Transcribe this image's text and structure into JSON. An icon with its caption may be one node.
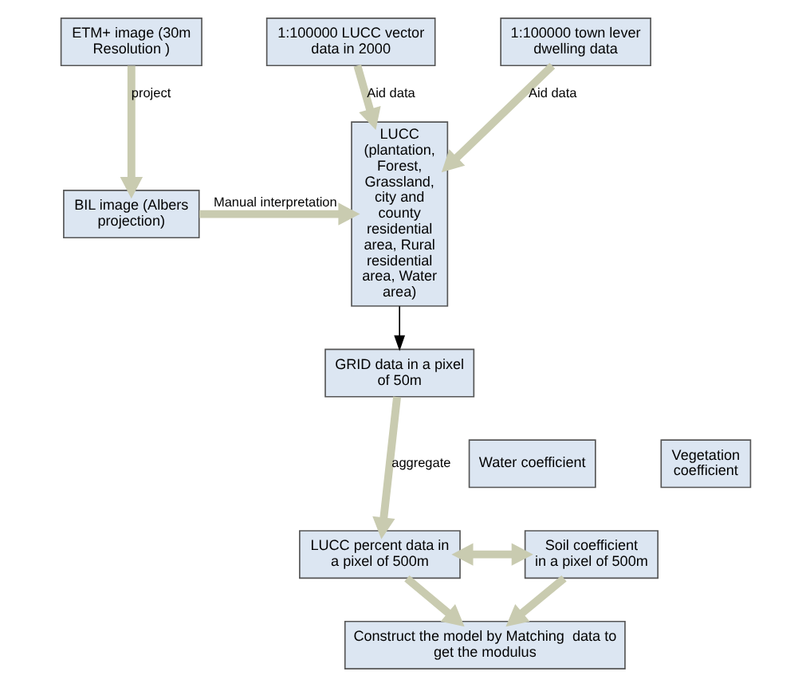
{
  "diagram": {
    "nodes": [
      {
        "text": [
          "ETM+ image (30m Resolution )"
        ]
      },
      {
        "text": [
          "1:100000 LUCC vector data in 2000"
        ]
      },
      {
        "text": [
          "1:100000 town lever dwelling data"
        ]
      },
      {
        "text": [
          "LUCC (plantation, Forest, Grassland, city and county residential area, Rural residential area, Water area)"
        ]
      },
      {
        "text": [
          "BIL image (Albers projection)"
        ]
      },
      {
        "text": [
          "GRID data in a pixel of 50m"
        ]
      },
      {
        "text": [
          "LUCC percent data in a pixel of 500m"
        ]
      },
      {
        "text": [
          "Water coefficient"
        ]
      },
      {
        "text": [
          "Vegetation coefficient"
        ]
      },
      {
        "text": [
          "Soil coefficient",
          "in a pixel of 500m"
        ]
      },
      {
        "text": [
          "Construct the model by Matching  data to get the modulus"
        ]
      }
    ],
    "edges": [
      {
        "from": 0,
        "to": 4,
        "arrow": "to",
        "label": "project"
      },
      {
        "from": 1,
        "to": 3,
        "arrow": "to",
        "label": "Aid data"
      },
      {
        "from": 2,
        "to": 3,
        "arrow": "to",
        "label": "Aid data"
      },
      {
        "from": 4,
        "to": 3,
        "arrow": "to",
        "label": "Manual interpretation"
      },
      {
        "from": 3,
        "to": 5,
        "arrow": "to",
        "color": "#000000"
      },
      {
        "from": 5,
        "to": 6,
        "arrow": "to",
        "label": "aggregate"
      },
      {
        "from": 6,
        "to": 9,
        "arrow": "both"
      },
      {
        "from": 6,
        "to": 10,
        "arrow": "to"
      },
      {
        "from": 9,
        "to": 10,
        "arrow": "to"
      }
    ]
  }
}
